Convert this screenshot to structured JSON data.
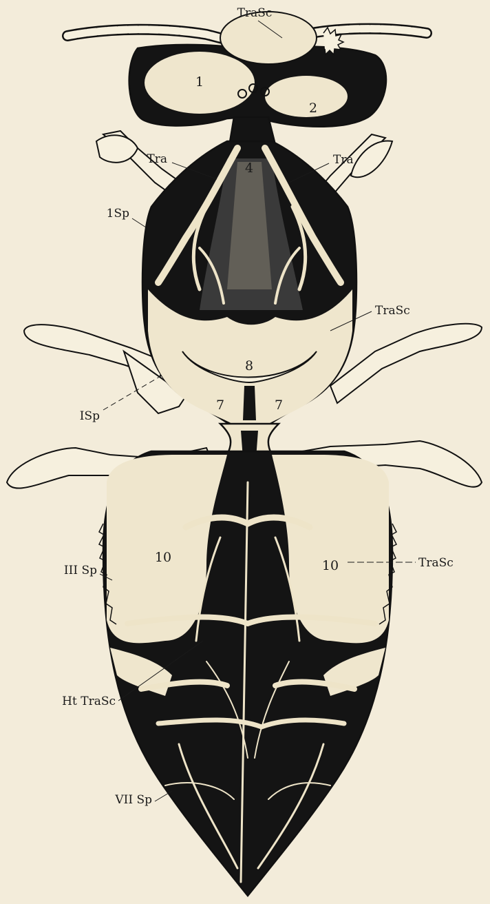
{
  "labels": {
    "tra_sc_top": "TraSc",
    "tra_left": "Tra",
    "tra_right": "Tra",
    "sp_I_upper": "1Sp",
    "tra_sc_thorax": "TraSc",
    "sp_I_lower": "ISp",
    "sp_III": "III Sp",
    "tra_sc_abdomen": "TraSc",
    "ht_tra_sc": "Ht TraSc",
    "sp_VII": "VII Sp"
  },
  "numbers": {
    "n1": "1",
    "n2": "2",
    "n4": "4",
    "n8": "8",
    "n7_left": "7",
    "n7_right": "7",
    "n10_left": "10",
    "n10_right": "10"
  },
  "colors": {
    "paper": "#f3ecda",
    "ink": "#141414",
    "pale_tissue": "#efe6cd"
  }
}
